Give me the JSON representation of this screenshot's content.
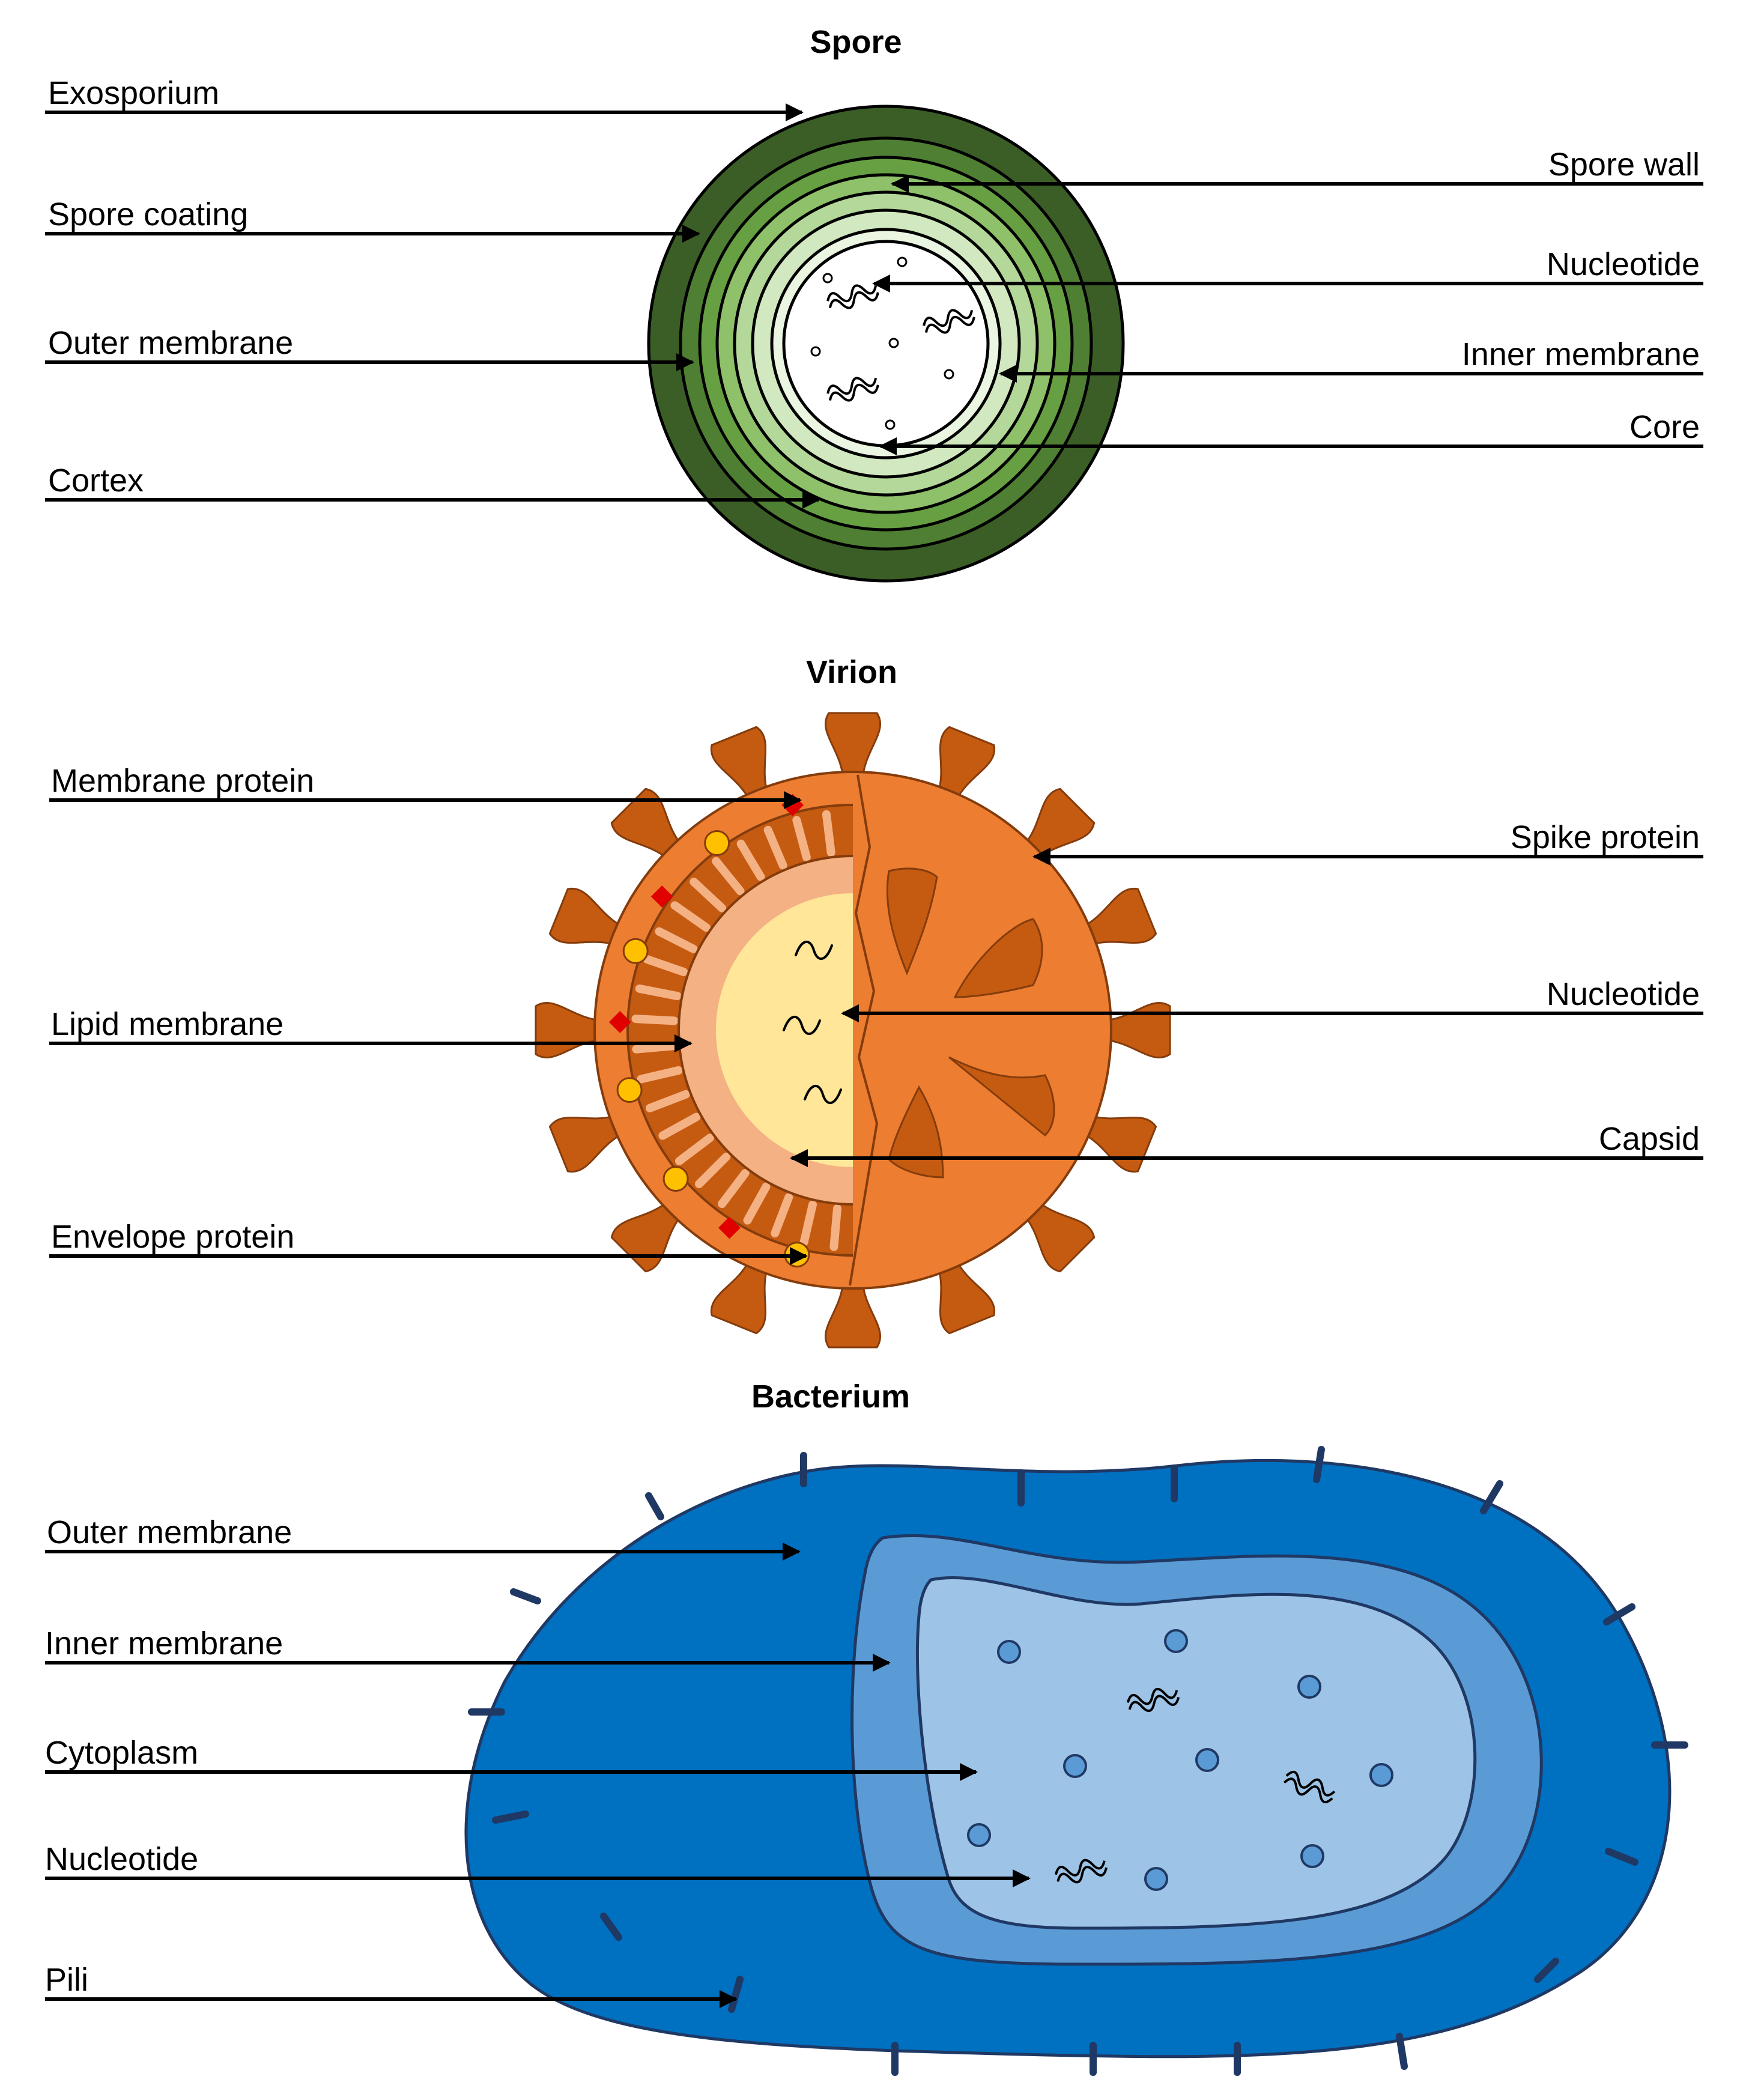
{
  "sections": {
    "spore": {
      "title": "Spore",
      "labels": {
        "exosporium": "Exosporium",
        "spore_coating": "Spore coating",
        "outer_membrane": "Outer membrane",
        "cortex": "Cortex",
        "spore_wall": "Spore wall",
        "nucleotide": "Nucleotide",
        "inner_membrane": "Inner membrane",
        "core": "Core"
      }
    },
    "virion": {
      "title": "Virion",
      "labels": {
        "membrane_protein": "Membrane protein",
        "lipid_membrane": "Lipid membrane",
        "envelope_protein": "Envelope protein",
        "spike_protein": "Spike protein",
        "nucleotide": "Nucleotide",
        "capsid": "Capsid"
      }
    },
    "bacterium": {
      "title": "Bacterium",
      "labels": {
        "outer_membrane": "Outer membrane",
        "inner_membrane": "Inner membrane",
        "cytoplasm": "Cytoplasm",
        "nucleotide": "Nucleotide",
        "pili": "Pili"
      }
    }
  },
  "colors": {
    "spore_rings": [
      "#3b5e26",
      "#4f7f33",
      "#67a043",
      "#8fc06a",
      "#b4d89a",
      "#d2e8c0",
      "#eaf5e2",
      "#ffffff"
    ],
    "virion_spike": "#c55a11",
    "virion_body": "#ed7d31",
    "virion_lipid": "#f4b183",
    "virion_core": "#ffe699",
    "virion_membrane_protein": "#e00000",
    "virion_envelope_protein": "#ffc000",
    "bacterium_outer": "#0070c0",
    "bacterium_inner": "#5b9bd5",
    "bacterium_cytoplasm": "#9dc3e6",
    "bacterium_outline": "#1f3864"
  }
}
